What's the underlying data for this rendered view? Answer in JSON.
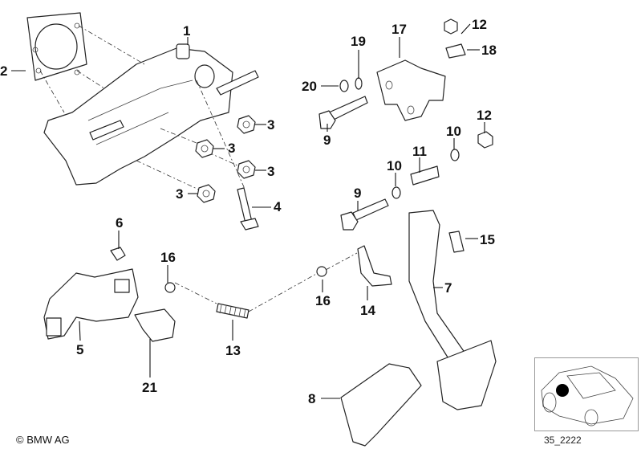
{
  "diagram": {
    "title": "Pedal assembly parts diagram",
    "callouts": [
      {
        "id": "c1",
        "label": "1"
      },
      {
        "id": "c2",
        "label": "2"
      },
      {
        "id": "c3a",
        "label": "3"
      },
      {
        "id": "c3b",
        "label": "3"
      },
      {
        "id": "c3c",
        "label": "3"
      },
      {
        "id": "c3d",
        "label": "3"
      },
      {
        "id": "c4",
        "label": "4"
      },
      {
        "id": "c5",
        "label": "5"
      },
      {
        "id": "c6",
        "label": "6"
      },
      {
        "id": "c7",
        "label": "7"
      },
      {
        "id": "c8",
        "label": "8"
      },
      {
        "id": "c9a",
        "label": "9"
      },
      {
        "id": "c9b",
        "label": "9"
      },
      {
        "id": "c10a",
        "label": "10"
      },
      {
        "id": "c10b",
        "label": "10"
      },
      {
        "id": "c11",
        "label": "11"
      },
      {
        "id": "c12a",
        "label": "12"
      },
      {
        "id": "c12b",
        "label": "12"
      },
      {
        "id": "c13",
        "label": "13"
      },
      {
        "id": "c14",
        "label": "14"
      },
      {
        "id": "c15",
        "label": "15"
      },
      {
        "id": "c16a",
        "label": "16"
      },
      {
        "id": "c16b",
        "label": "16"
      },
      {
        "id": "c17",
        "label": "17"
      },
      {
        "id": "c18",
        "label": "18"
      },
      {
        "id": "c19",
        "label": "19"
      },
      {
        "id": "c20",
        "label": "20"
      },
      {
        "id": "c21",
        "label": "21"
      }
    ],
    "parts": [
      {
        "name": "pedal-bracket",
        "number": "1"
      },
      {
        "name": "gasket",
        "number": "2"
      },
      {
        "name": "hex-nut",
        "number": "3"
      },
      {
        "name": "bolt",
        "number": "4"
      },
      {
        "name": "switch-bracket",
        "number": "5"
      },
      {
        "name": "stop-buffer",
        "number": "6"
      },
      {
        "name": "brake-pedal",
        "number": "7"
      },
      {
        "name": "pedal-pad",
        "number": "8"
      },
      {
        "name": "hex-bolt",
        "number": "9"
      },
      {
        "name": "washer",
        "number": "10"
      },
      {
        "name": "bushing",
        "number": "11"
      },
      {
        "name": "nut",
        "number": "12"
      },
      {
        "name": "tension-spring",
        "number": "13"
      },
      {
        "name": "lever",
        "number": "14"
      },
      {
        "name": "clip",
        "number": "15"
      },
      {
        "name": "bush",
        "number": "16"
      },
      {
        "name": "support-bracket",
        "number": "17"
      },
      {
        "name": "screw",
        "number": "18"
      },
      {
        "name": "washer-small",
        "number": "19"
      },
      {
        "name": "nut-small",
        "number": "20"
      },
      {
        "name": "brake-light-switch",
        "number": "21"
      }
    ]
  },
  "footer": {
    "copyright": "© BMW AG",
    "figure_id": "35_2222"
  },
  "locator": {
    "label": "vehicle-location-indicator",
    "marker_color": "#000000"
  }
}
